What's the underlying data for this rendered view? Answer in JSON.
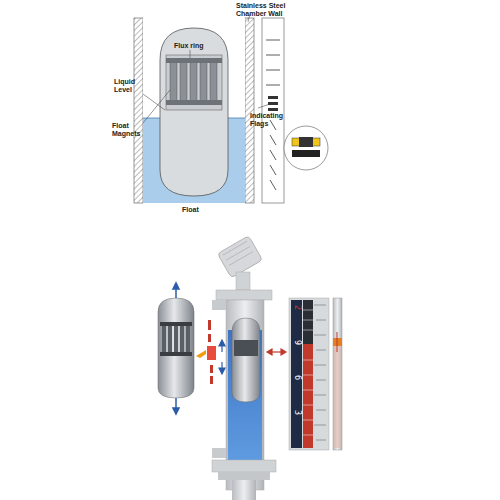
{
  "diagram": {
    "labels": [
      "Stainless Steel Chamber Wall",
      "Flux ring",
      "Liquid Level",
      "Float Magnets",
      "Indicating Flags",
      "Float",
      "2",
      "9",
      "6",
      "3"
    ]
  }
}
